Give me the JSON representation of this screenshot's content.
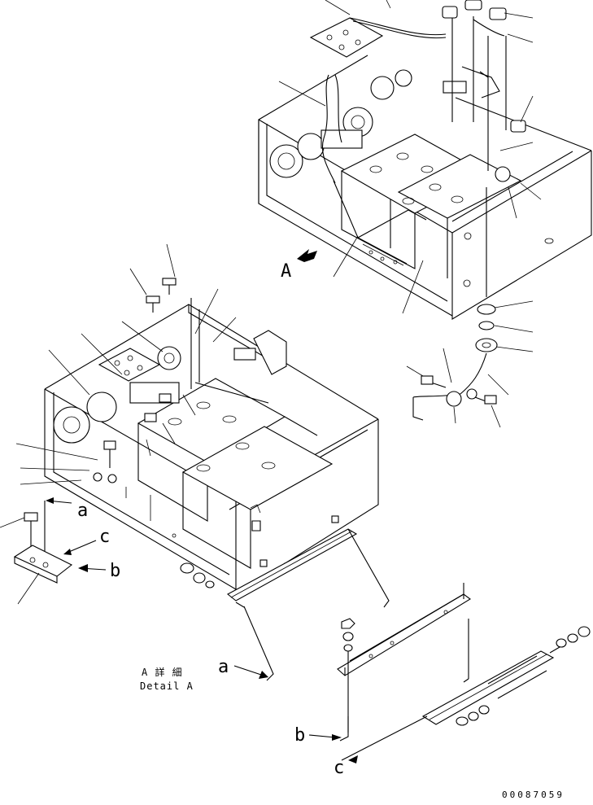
{
  "diagram": {
    "view_label": "A",
    "detail_caption_jp": "A 詳 細",
    "detail_caption_en": "Detail A",
    "callouts": {
      "a": "a",
      "b": "b",
      "c": "c"
    },
    "drawing_number": "00087059"
  }
}
